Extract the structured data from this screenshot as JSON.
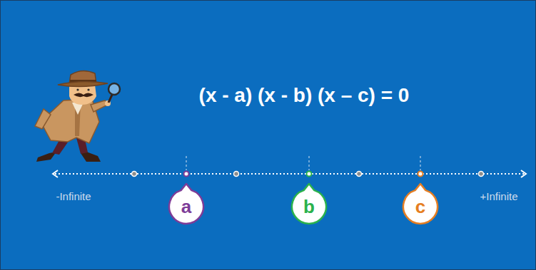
{
  "diagram": {
    "title": "(x - a) (x - b) (x – c) = 0",
    "nodes": [
      {
        "text": [
          "a"
        ]
      },
      {
        "text": [
          "b"
        ]
      },
      {
        "text": [
          "c"
        ]
      }
    ],
    "labels": [
      "-Infinite",
      "+Infinite"
    ]
  }
}
